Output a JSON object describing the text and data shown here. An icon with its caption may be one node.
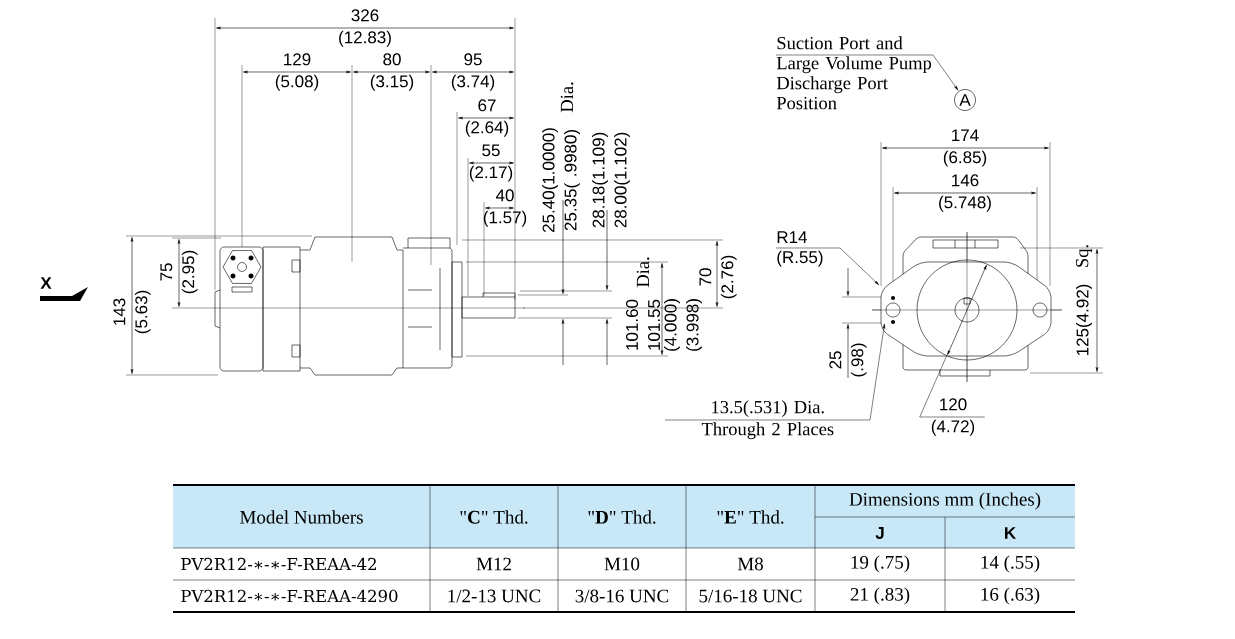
{
  "diagram": {
    "nodes": [
      {
        "text": [
          "Suction Port and Large Volume Pump Discharge Port Position"
        ]
      },
      {
        "text": [
          "A"
        ]
      },
      {
        "text": [
          "R14 (R.55)"
        ]
      },
      {
        "text": [
          "13.5(.531) Dia. Through 2 Places"
        ]
      },
      {
        "text": [],
        "shape": "picture"
      },
      {
        "text": [
          "120 (4.72)"
        ]
      }
    ],
    "edges": [
      {
        "from": 0,
        "to": 1,
        "arrow": "to"
      },
      {
        "from": 2,
        "to": 4,
        "arrow": "to"
      },
      {
        "from": 3,
        "to": 4,
        "arrow": "to"
      },
      {
        "from": 5,
        "to": 4,
        "arrow": "none"
      }
    ],
    "labels": [
      "326 (12.83)",
      "129 (5.08)",
      "80 (3.15)",
      "95 (3.74)",
      "67 (2.64)",
      "55 (2.17)",
      "40 (1.57)",
      "Dia.",
      "25.40(1.0000) 25.35( .9980)",
      "28.18(1.109) 28.00(1.102)",
      "X",
      "143 (5.63)",
      "75 (2.95)",
      "70 (2.76)",
      "101.60 101.55",
      "Dia.",
      "(4.000) (3.998)",
      "174 (6.85)",
      "146 (5.748)",
      "125(4.92)",
      "Sq.",
      "25 (.98)",
      "Model Numbers",
      "\"**C**\" Thd.",
      "\"**D**\" Thd.",
      "\"**E**\" Thd.",
      "Dimensions mm (Inches)",
      "J",
      "K",
      "PV2R12-∗-∗-F-REAA-42",
      "M12",
      "M10",
      "M8",
      "19 (.75)",
      "14 (.55)",
      "PV2R12-∗-∗-F-REAA-4290",
      "1/2-13 UNC",
      "3/8-16 UNC",
      "5/16-18 UNC",
      "21 (.83)",
      "16 (.63)"
    ]
  }
}
